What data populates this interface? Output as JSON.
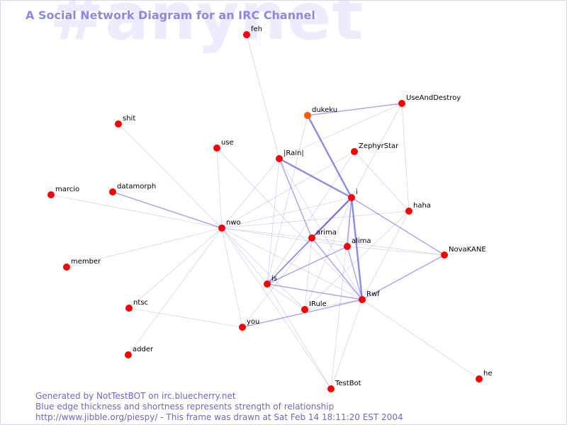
{
  "watermark": "#anynet",
  "title": "A Social Network Diagram for an IRC Channel",
  "footer": {
    "line1": "Generated by NotTestBOT on irc.bluecherry.net",
    "line2": "Blue edge thickness and shortness represents strength of relationship",
    "line3": "http://www.jibble.org/piespy/ - This frame was drawn at Sat Feb 14 18:11:20 EST 2004"
  },
  "colors": {
    "node": "#ff0000",
    "node_recent": "#ff5500",
    "edge": "#5a5ae0",
    "title": "#8a8ad8",
    "watermark": "#ececfc",
    "footer": "#6a6ab8"
  },
  "chart_data": {
    "type": "network",
    "nodes": [
      {
        "id": "feh"
      },
      {
        "id": "shit"
      },
      {
        "id": "use"
      },
      {
        "id": "dukeku",
        "recent": true
      },
      {
        "id": "UseAndDestroy"
      },
      {
        "id": "|Rain|"
      },
      {
        "id": "ZephyrStar"
      },
      {
        "id": "marcio"
      },
      {
        "id": "datamorph"
      },
      {
        "id": "i"
      },
      {
        "id": "haha"
      },
      {
        "id": "nwo"
      },
      {
        "id": "arima"
      },
      {
        "id": "alima"
      },
      {
        "id": "NovaKANE"
      },
      {
        "id": "member"
      },
      {
        "id": "is"
      },
      {
        "id": "Rwf"
      },
      {
        "id": "ntsc"
      },
      {
        "id": "IRule"
      },
      {
        "id": "you"
      },
      {
        "id": "adder"
      },
      {
        "id": "he"
      },
      {
        "id": "TestBot"
      }
    ],
    "edges": [
      {
        "source": "feh",
        "target": "|Rain|",
        "weight": 1
      },
      {
        "source": "shit",
        "target": "nwo",
        "weight": 1
      },
      {
        "source": "marcio",
        "target": "nwo",
        "weight": 1
      },
      {
        "source": "datamorph",
        "target": "nwo",
        "weight": 2
      },
      {
        "source": "member",
        "target": "nwo",
        "weight": 1
      },
      {
        "source": "adder",
        "target": "nwo",
        "weight": 1
      },
      {
        "source": "use",
        "target": "nwo",
        "weight": 1
      },
      {
        "source": "use",
        "target": "Rwf",
        "weight": 1
      },
      {
        "source": "ntsc",
        "target": "nwo",
        "weight": 1
      },
      {
        "source": "ntsc",
        "target": "you",
        "weight": 1
      },
      {
        "source": "nwo",
        "target": "|Rain|",
        "weight": 1
      },
      {
        "source": "nwo",
        "target": "ZephyrStar",
        "weight": 1
      },
      {
        "source": "nwo",
        "target": "i",
        "weight": 1
      },
      {
        "source": "nwo",
        "target": "haha",
        "weight": 1
      },
      {
        "source": "nwo",
        "target": "arima",
        "weight": 1
      },
      {
        "source": "nwo",
        "target": "alima",
        "weight": 1
      },
      {
        "source": "nwo",
        "target": "is",
        "weight": 1
      },
      {
        "source": "nwo",
        "target": "IRule",
        "weight": 1
      },
      {
        "source": "nwo",
        "target": "you",
        "weight": 1
      },
      {
        "source": "nwo",
        "target": "TestBot",
        "weight": 1
      },
      {
        "source": "nwo",
        "target": "Rwf",
        "weight": 1
      },
      {
        "source": "dukeku",
        "target": "UseAndDestroy",
        "weight": 2
      },
      {
        "source": "dukeku",
        "target": "i",
        "weight": 3
      },
      {
        "source": "dukeku",
        "target": "is",
        "weight": 1
      },
      {
        "source": "UseAndDestroy",
        "target": "|Rain|",
        "weight": 1
      },
      {
        "source": "UseAndDestroy",
        "target": "i",
        "weight": 1
      },
      {
        "source": "UseAndDestroy",
        "target": "haha",
        "weight": 1
      },
      {
        "source": "|Rain|",
        "target": "i",
        "weight": 3
      },
      {
        "source": "|Rain|",
        "target": "arima",
        "weight": 2
      },
      {
        "source": "|Rain|",
        "target": "is",
        "weight": 1
      },
      {
        "source": "|Rain|",
        "target": "Rwf",
        "weight": 1
      },
      {
        "source": "ZephyrStar",
        "target": "haha",
        "weight": 1
      },
      {
        "source": "ZephyrStar",
        "target": "is",
        "weight": 1
      },
      {
        "source": "i",
        "target": "arima",
        "weight": 3
      },
      {
        "source": "i",
        "target": "alima",
        "weight": 2
      },
      {
        "source": "i",
        "target": "Rwf",
        "weight": 3
      },
      {
        "source": "i",
        "target": "NovaKANE",
        "weight": 2
      },
      {
        "source": "i",
        "target": "is",
        "weight": 2
      },
      {
        "source": "i",
        "target": "IRule",
        "weight": 1
      },
      {
        "source": "i",
        "target": "TestBot",
        "weight": 1
      },
      {
        "source": "arima",
        "target": "alima",
        "weight": 1
      },
      {
        "source": "arima",
        "target": "NovaKANE",
        "weight": 1
      },
      {
        "source": "arima",
        "target": "Rwf",
        "weight": 2
      },
      {
        "source": "arima",
        "target": "is",
        "weight": 2
      },
      {
        "source": "arima",
        "target": "IRule",
        "weight": 1
      },
      {
        "source": "arima",
        "target": "you",
        "weight": 1
      },
      {
        "source": "alima",
        "target": "NovaKANE",
        "weight": 1
      },
      {
        "source": "alima",
        "target": "Rwf",
        "weight": 2
      },
      {
        "source": "alima",
        "target": "is",
        "weight": 2
      },
      {
        "source": "haha",
        "target": "IRule",
        "weight": 1
      },
      {
        "source": "haha",
        "target": "Rwf",
        "weight": 1
      },
      {
        "source": "NovaKANE",
        "target": "Rwf",
        "weight": 2
      },
      {
        "source": "is",
        "target": "Rwf",
        "weight": 2
      },
      {
        "source": "is",
        "target": "IRule",
        "weight": 1
      },
      {
        "source": "is",
        "target": "TestBot",
        "weight": 1
      },
      {
        "source": "IRule",
        "target": "Rwf",
        "weight": 1
      },
      {
        "source": "you",
        "target": "Rwf",
        "weight": 2
      },
      {
        "source": "Rwf",
        "target": "TestBot",
        "weight": 1
      },
      {
        "source": "Rwf",
        "target": "he",
        "weight": 1
      }
    ]
  }
}
